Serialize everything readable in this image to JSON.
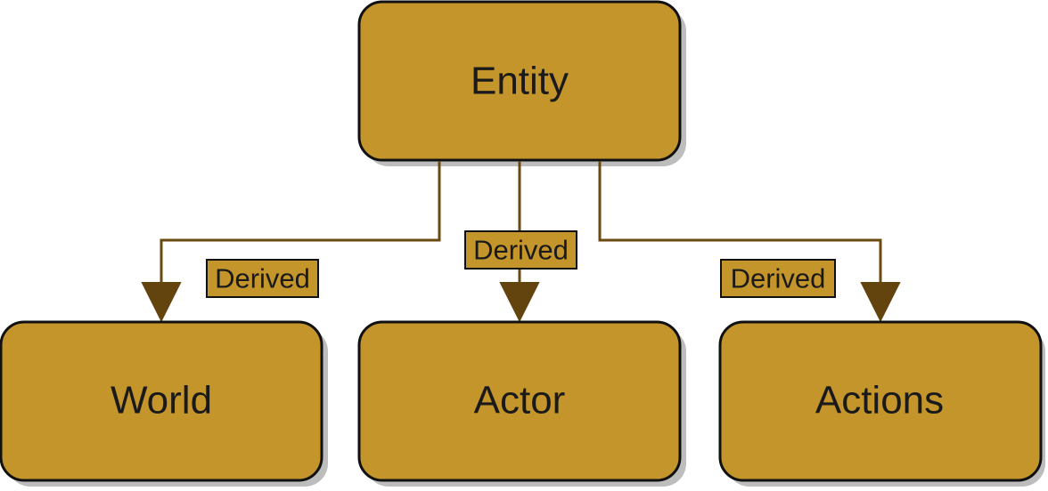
{
  "colors": {
    "node_fill": "#c4952b",
    "node_stroke": "#111111",
    "shadow": "#bdbdbd",
    "edge": "#6b4a12",
    "arrowhead": "#64440e",
    "label_fill": "#c4952b"
  },
  "diagram": {
    "nodes": {
      "entity": "Entity",
      "world": "World",
      "actor": "Actor",
      "actions": "Actions"
    },
    "edges": {
      "entity_world": "Derived",
      "entity_actor": "Derived",
      "entity_actions": "Derived"
    }
  }
}
